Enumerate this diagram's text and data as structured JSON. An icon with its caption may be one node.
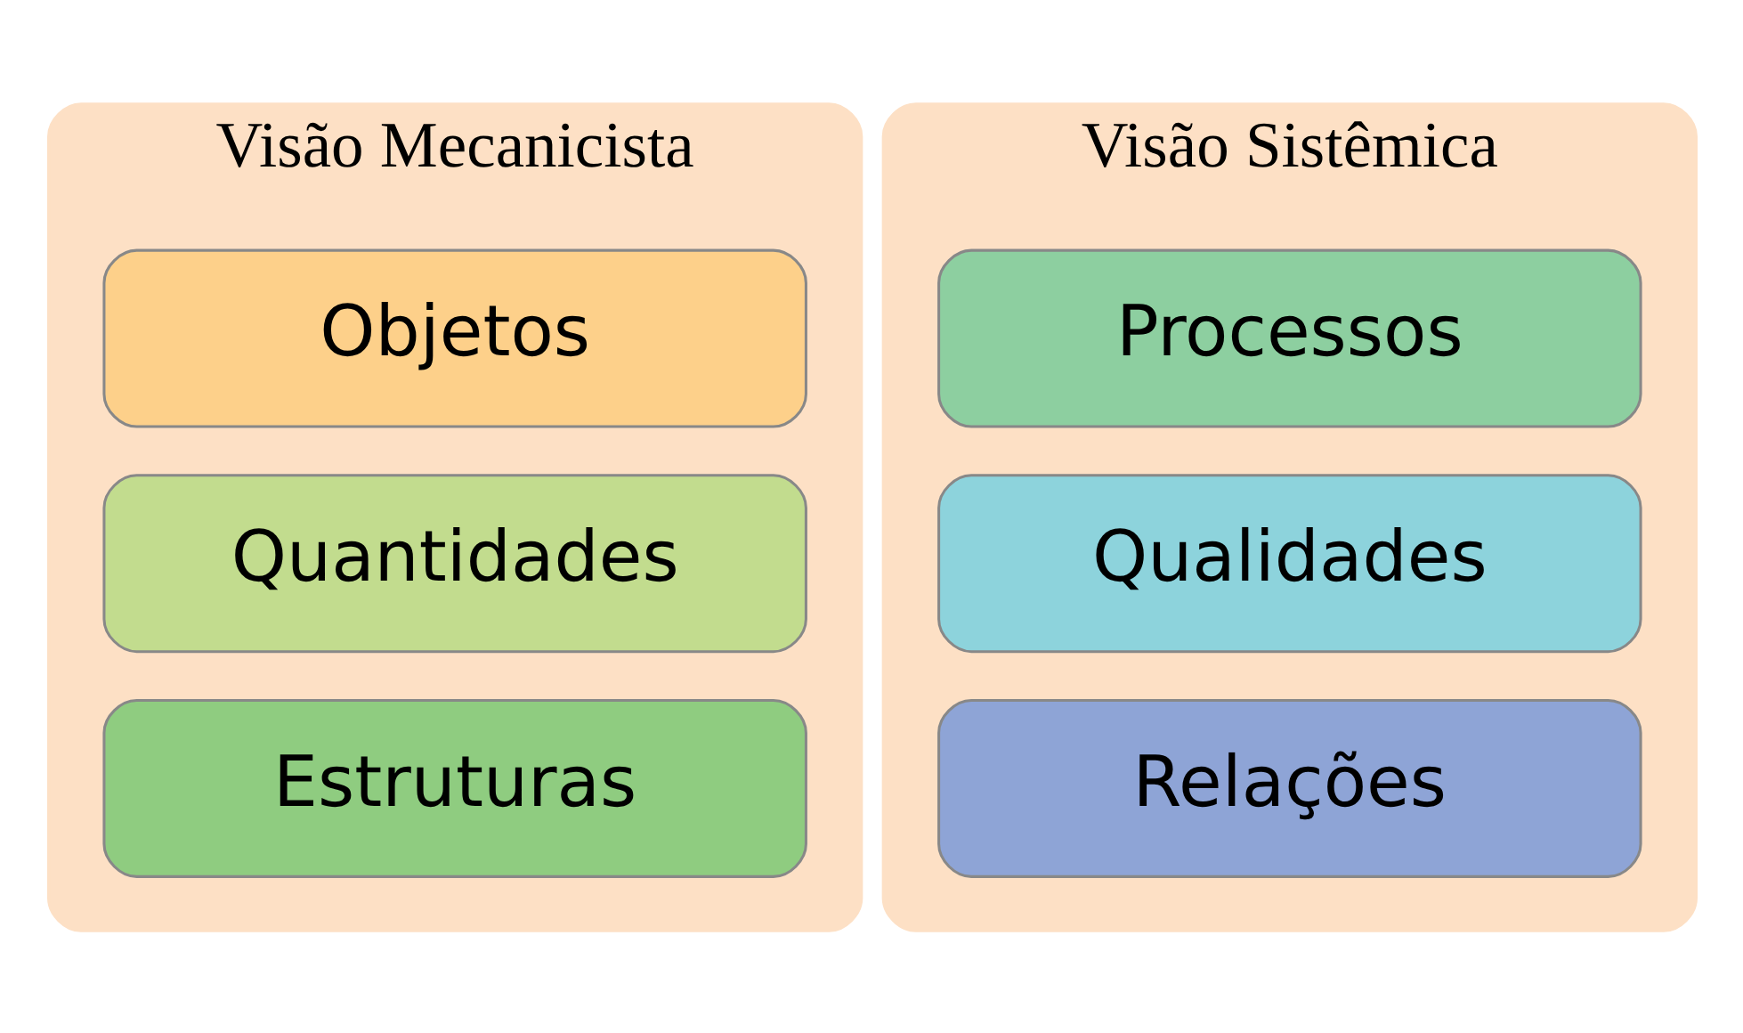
{
  "diagram": {
    "nodes": [
      {
        "text": [
          "Visão Mecanicista"
        ]
      },
      {
        "text": [
          "Objetos"
        ],
        "in": 0
      },
      {
        "text": [
          "Quantidades"
        ],
        "in": 0
      },
      {
        "text": [
          "Estruturas"
        ],
        "in": 0
      },
      {
        "text": [
          "Visão Sistêmica"
        ]
      },
      {
        "text": [
          "Processos"
        ],
        "in": 4
      },
      {
        "text": [
          "Qualidades"
        ],
        "in": 4
      },
      {
        "text": [
          "Relações"
        ],
        "in": 4
      }
    ]
  }
}
